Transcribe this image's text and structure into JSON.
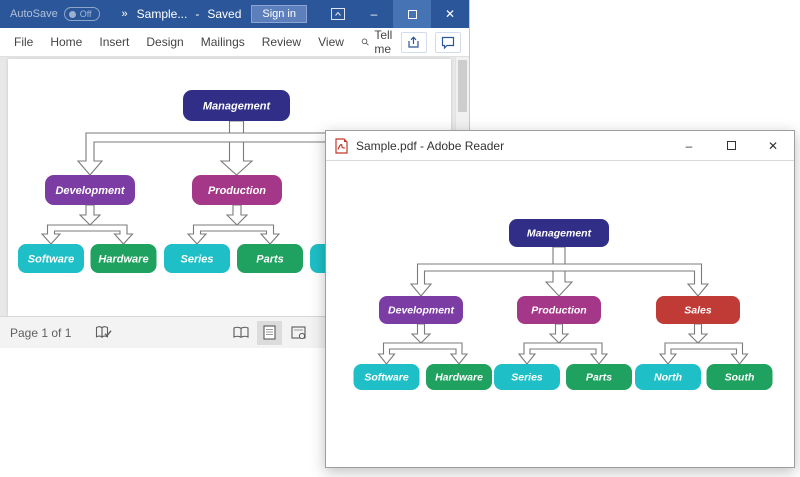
{
  "word_window": {
    "titlebar": {
      "autosave_label": "AutoSave",
      "autosave_state": "Off",
      "overflow_glyph": "»",
      "title": "Sample...",
      "title_separator": "-",
      "save_status": "Saved",
      "sign_in_label": "Sign in",
      "minimize_glyph": "–",
      "close_glyph": "✕"
    },
    "menu": {
      "items": [
        "File",
        "Home",
        "Insert",
        "Design",
        "Mailings",
        "Review",
        "View"
      ],
      "tell_me_label": "Tell me"
    },
    "status_bar": {
      "page_indicator": "Page 1 of 1"
    }
  },
  "adobe_window": {
    "title": "Sample.pdf - Adobe Reader",
    "minimize_glyph": "–",
    "close_glyph": "✕"
  },
  "org_chart": {
    "hierarchy": {
      "Management": [
        "Development",
        "Production",
        "Sales"
      ],
      "Development": [
        "Software",
        "Hardware"
      ],
      "Production": [
        "Series",
        "Parts"
      ],
      "Sales": [
        "North",
        "South"
      ]
    },
    "nodes": {
      "management": {
        "label": "Management",
        "color": "#312e88"
      },
      "development": {
        "label": "Development",
        "color": "#7b3da4"
      },
      "production": {
        "label": "Production",
        "color": "#a43787"
      },
      "sales": {
        "label": "Sales",
        "color": "#c03a36"
      },
      "software": {
        "label": "Software",
        "color": "#1ebfc7"
      },
      "hardware": {
        "label": "Hardware",
        "color": "#1fa15f"
      },
      "series": {
        "label": "Series",
        "color": "#1ebfc7"
      },
      "parts": {
        "label": "Parts",
        "color": "#1fa15f"
      },
      "north": {
        "label": "North",
        "color": "#1ebfc7"
      },
      "south": {
        "label": "South",
        "color": "#1fa15f"
      }
    },
    "connector_color": "#7b7b7b"
  },
  "colors": {
    "word_titlebar": "#2b579a",
    "word_titlebar_button_hover": "#4673b4",
    "sign_in_button": "#5d80bd",
    "adobe_titlebar": "#ffffff"
  },
  "icons": {
    "quick_access_overflow": "double-chevron »",
    "ribbon_display_options": "box with up chevron",
    "search": "magnifier",
    "share": "share box-arrow",
    "comments": "speech bubble",
    "proofing_status": "open book with check",
    "read_mode": "open book",
    "print_layout": "page (selected)",
    "web_layout": "page with corner",
    "pdf_file": "red adobe pdf page"
  }
}
